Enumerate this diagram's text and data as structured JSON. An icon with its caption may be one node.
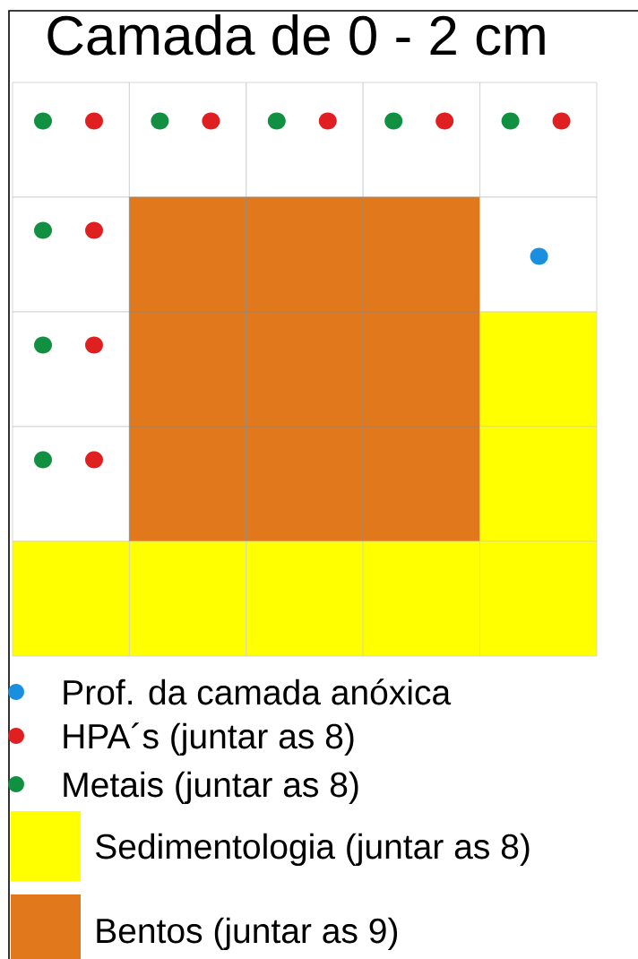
{
  "diagram": {
    "title": "Camada de 0 - 2 cm",
    "legend": [
      {
        "text": "Prof. da camada anóxica",
        "color": "#1a8fe0"
      },
      {
        "text": "HPA´s (juntar as 8)",
        "color": "#e02020"
      },
      {
        "text": "Metais (juntar as 8)",
        "color": "#109040"
      },
      {
        "text": "Sedimentologia (juntar as 8)",
        "color": "#ffff00"
      },
      {
        "text": "Bentos (juntar as 9)",
        "color": "#e2781c"
      }
    ]
  }
}
